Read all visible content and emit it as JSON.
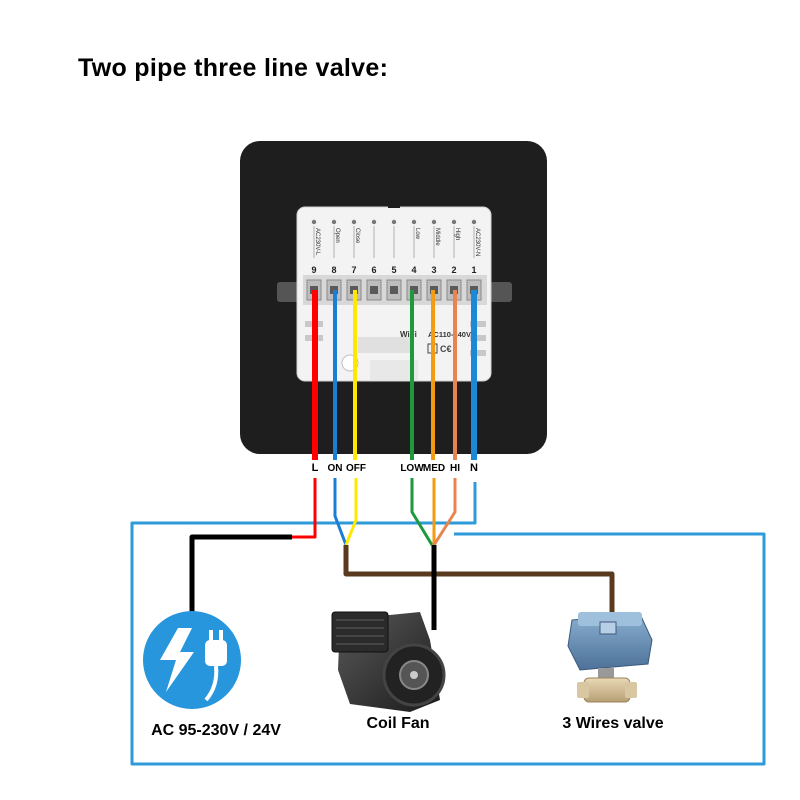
{
  "title": "Two pipe three line valve:",
  "thermostat": {
    "terminal_numbers": [
      "9",
      "8",
      "7",
      "6",
      "5",
      "4",
      "3",
      "2",
      "1"
    ],
    "terminal_labels": [
      "AC230V-L",
      "Open",
      "Close",
      "",
      "",
      "Low",
      "Middle",
      "High",
      "AC230V-N"
    ],
    "panel_text": {
      "wifi": "WiFi",
      "rating": "AC110-240V"
    }
  },
  "wire_labels": {
    "L": "L",
    "ON": "ON",
    "OFF": "OFF",
    "LOW": "LOW",
    "MED": "MED",
    "HI": "HI",
    "N": "N"
  },
  "devices": {
    "power": "AC 95-230V / 24V",
    "fan": "Coil Fan",
    "valve": "3 Wires valve"
  },
  "colors": {
    "L": "#ff0000",
    "ON": "#1a7fd4",
    "OFF": "#ffe800",
    "LOW": "#1e9a3c",
    "MED": "#f39c12",
    "HI": "#e8844f",
    "N": "#1a8ad8",
    "neutral_bus": "#2e9ad8",
    "valve_common": "#5a3a1e",
    "ground": "#000000",
    "panel": "#1e1e1e",
    "power_icon": "#2896dc"
  }
}
